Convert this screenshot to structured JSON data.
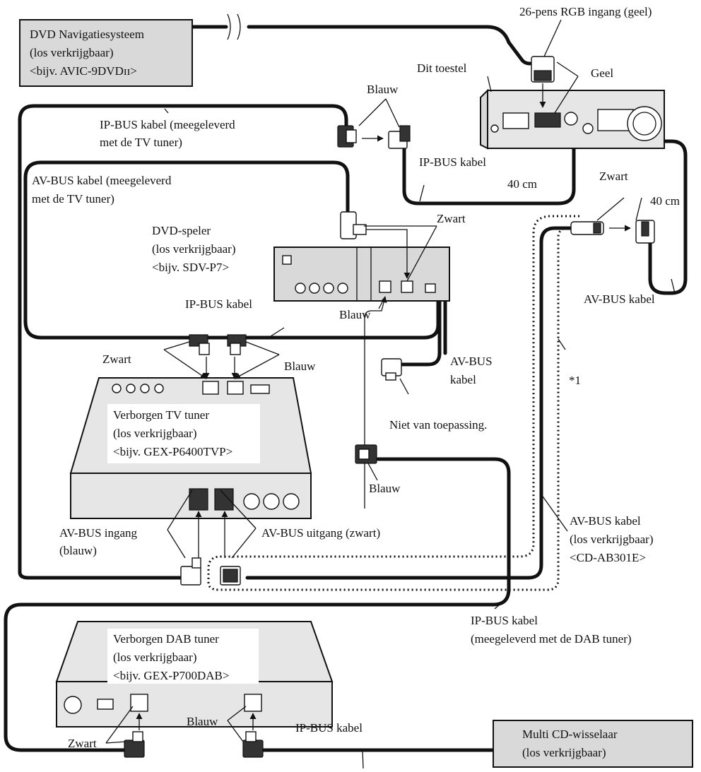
{
  "labels": {
    "dvd_nav": [
      "DVD Navigatiesysteem",
      "(los verkrijgbaar)",
      "<bijv. AVIC-9DVDɪɪ>"
    ],
    "rgb_input": "26-pens RGB ingang (geel)",
    "this_unit": "Dit toestel",
    "yellow": "Geel",
    "blue_top": "Blauw",
    "ipbus_tv": [
      "IP-BUS kabel (meegeleverd",
      "met de TV tuner)"
    ],
    "ipbus_cable_top": "IP-BUS kabel",
    "avbus_tv": [
      "AV-BUS kabel (meegeleverd",
      "met de TV tuner)"
    ],
    "cm40_a": "40 cm",
    "cm40_b": "40 cm",
    "black_right": "Zwart",
    "black_mid": "Zwart",
    "dvd_player": [
      "DVD-speler",
      "(los verkrijgbaar)",
      "<bijv. SDV-P7>"
    ],
    "blue_mid": "Blauw",
    "ipbus_cable_mid": "IP-BUS kabel",
    "avbus_cable_right": "AV-BUS kabel",
    "black_left": "Zwart",
    "blue_left": "Blauw",
    "avbus_kabel_mid": [
      "AV-BUS",
      "kabel"
    ],
    "not_applicable": "Niet van toepassing.",
    "star1": "*1",
    "tv_tuner": [
      "Verborgen TV tuner",
      "(los verkrijgbaar)",
      "<bijv. GEX-P6400TVP>"
    ],
    "blue_low": "Blauw",
    "avbus_in": [
      "AV-BUS ingang",
      "(blauw)"
    ],
    "avbus_out": "AV-BUS uitgang (zwart)",
    "avbus_sold": [
      "AV-BUS kabel",
      "(los verkrijgbaar)",
      "<CD-AB301E>"
    ],
    "ipbus_dab": [
      "IP-BUS kabel",
      "(meegeleverd met de DAB tuner)"
    ],
    "dab_tuner": [
      "Verborgen DAB tuner",
      "(los verkrijgbaar)",
      "<bijv. GEX-P700DAB>"
    ],
    "black_bottom": "Zwart",
    "blue_bottom": "Blauw",
    "ipbus_bottom": "IP-BUS kabel",
    "cd_changer": [
      "Multi CD-wisselaar",
      "(los verkrijgbaar)"
    ]
  }
}
